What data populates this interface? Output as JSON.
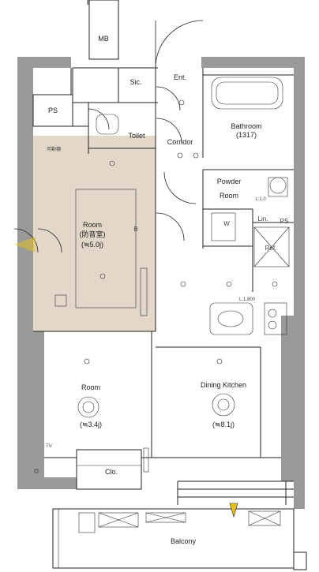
{
  "labels": {
    "mb": "MB",
    "ps_left": "PS",
    "sic": "Sic.",
    "ent": "Ent.",
    "toilet": "Toilet",
    "corridor": "Corridor",
    "bathroom": "Bathroom",
    "bathroom_size": "(1317)",
    "kadouwaku": "可動棚",
    "room_soundproof_name": "Room",
    "room_soundproof_note": "(防音室)",
    "room_soundproof_size": "(≒5.0j)",
    "powder_room_1": "Powder",
    "powder_room_2": "Room",
    "w": "W",
    "lin": "Lin.",
    "ps_right": "PS",
    "ref": "Ref.",
    "lh_bath": "L:1.0",
    "lh_kitchen": "L:1,800",
    "b": "B",
    "room_name": "Room",
    "room_size": "(≒3.4j)",
    "dining_kitchen": "Dining Kitchen",
    "dining_kitchen_size": "(≒8.1j)",
    "clo": "Clo.",
    "balcony": "Balcony",
    "tv": "TV"
  },
  "colors": {
    "wall": "#9a9a9a",
    "soundproof_room": "#e2d7c9",
    "accent_arrow": "#e6c319",
    "ink": "#222222"
  }
}
